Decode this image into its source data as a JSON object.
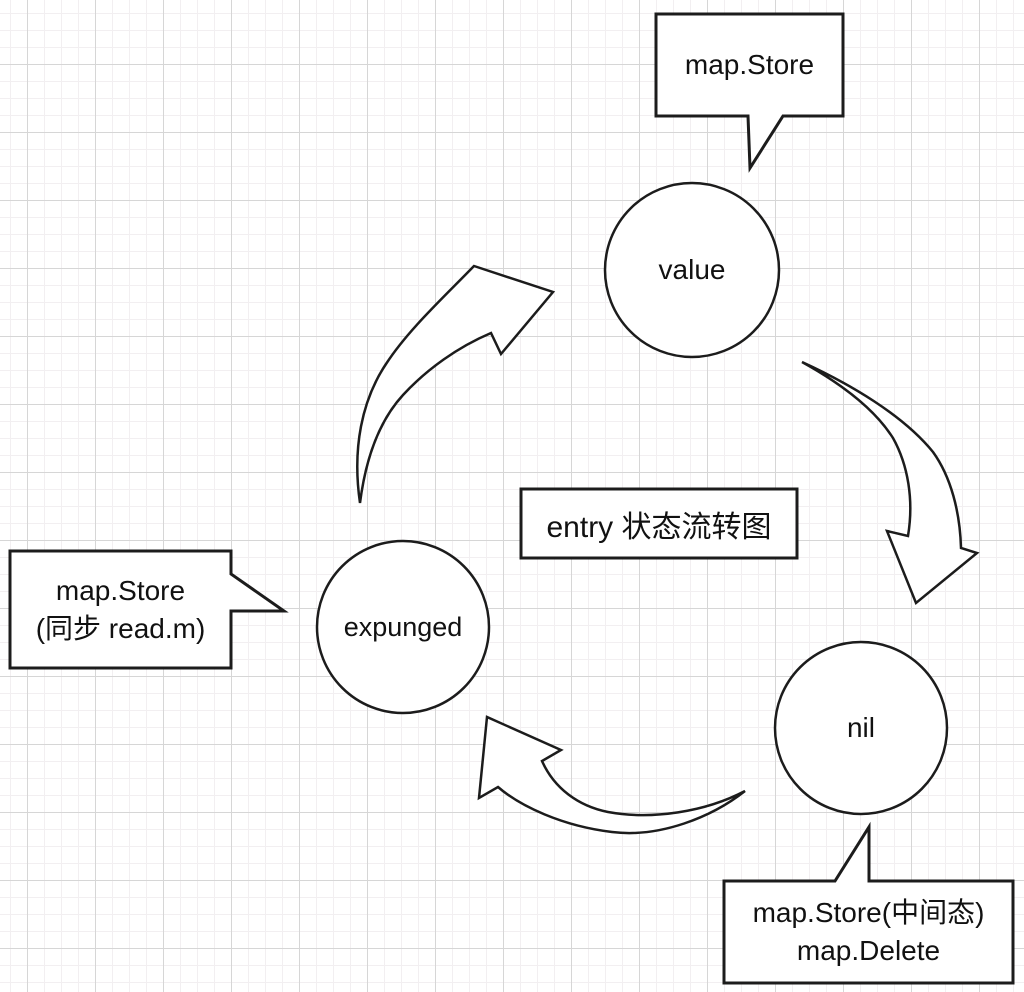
{
  "diagram": {
    "title": "entry 状态流转图",
    "nodes": [
      {
        "id": "value",
        "label": "value"
      },
      {
        "id": "expunged",
        "label": "expunged"
      },
      {
        "id": "nil",
        "label": "nil"
      }
    ],
    "callouts": [
      {
        "id": "top",
        "target": "value",
        "lines": [
          "map.Store"
        ]
      },
      {
        "id": "left",
        "target": "expunged",
        "lines": [
          "map.Store",
          "(同步 read.m)"
        ]
      },
      {
        "id": "bottom-right",
        "target": "nil",
        "lines": [
          "map.Store(中间态)",
          "map.Delete"
        ]
      }
    ],
    "arrows": [
      {
        "id": "expunged-to-value",
        "from": "expunged",
        "to": "value"
      },
      {
        "id": "value-to-nil",
        "from": "value",
        "to": "nil"
      },
      {
        "id": "nil-to-expunged",
        "from": "nil",
        "to": "expunged"
      }
    ],
    "colors": {
      "stroke": "#1c1c1c",
      "shape_fill": "#ffffff",
      "grid_major": "#d6d6d6",
      "grid_minor": "#f2eff1",
      "background": "#ffffff"
    }
  }
}
